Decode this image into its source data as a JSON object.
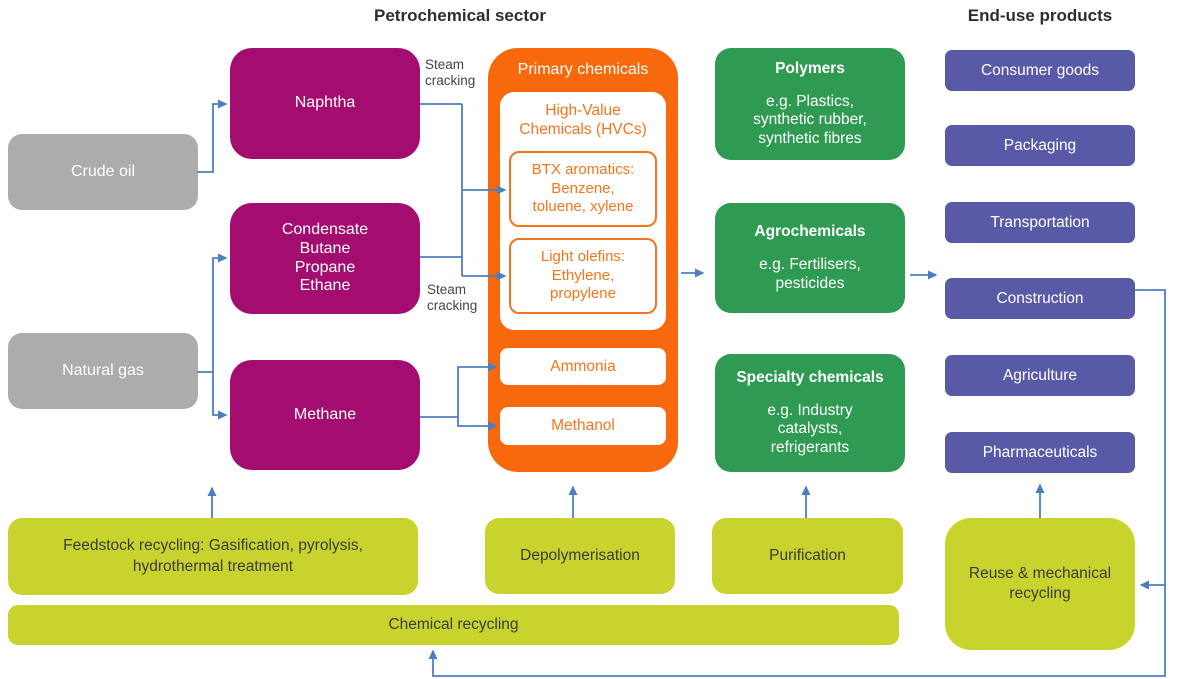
{
  "titles": {
    "petrochemical_sector": "Petrochemical sector",
    "end_use_products": "End-use products"
  },
  "colors": {
    "magenta": "#A30D6F",
    "orange": "#F8690E",
    "orange_text": "#F6751C",
    "green": "#2F9A52",
    "indigo": "#585AA8",
    "lime": "#C9D32E",
    "gray": "#ACACAC",
    "arrow_blue": "#4D7EBF",
    "title_text": "#2E2E2E",
    "dark_text": "#3C3C3C"
  },
  "feedstocks": {
    "crude_oil": "Crude oil",
    "natural_gas": "Natural gas"
  },
  "intermediates": {
    "naphtha": "Naphtha",
    "condensate_group": "Condensate\nButane\nPropane\nEthane",
    "methane": "Methane"
  },
  "process_labels": {
    "steam_cracking_top": "Steam\ncracking",
    "steam_cracking_bottom": "Steam\ncracking"
  },
  "primary_chemicals": {
    "title": "Primary chemicals",
    "hvc_heading": "High-Value\nChemicals (HVCs)",
    "btx_aromatics": "BTX aromatics:\nBenzene,\ntoluene, xylene",
    "light_olefins": "Light olefins:\nEthylene,\npropylene",
    "ammonia": "Ammonia",
    "methanol": "Methanol"
  },
  "chemical_groups": [
    {
      "title": "Polymers",
      "body": "e.g. Plastics,\nsynthetic rubber,\nsynthetic fibres"
    },
    {
      "title": "Agrochemicals",
      "body": "e.g. Fertilisers,\npesticides"
    },
    {
      "title": "Specialty chemicals",
      "body": "e.g. Industry\ncatalysts,\nrefrigerants"
    }
  ],
  "end_use_products": [
    "Consumer goods",
    "Packaging",
    "Transportation",
    "Construction",
    "Agriculture",
    "Pharmaceuticals"
  ],
  "recycling": {
    "feedstock_recycling": "Feedstock recycling: Gasification, pyrolysis,\nhydrothermal treatment",
    "depolymerisation": "Depolymerisation",
    "purification": "Purification",
    "chemical_recycling": "Chemical recycling",
    "reuse_mechanical": "Reuse & mechanical\nrecycling"
  }
}
